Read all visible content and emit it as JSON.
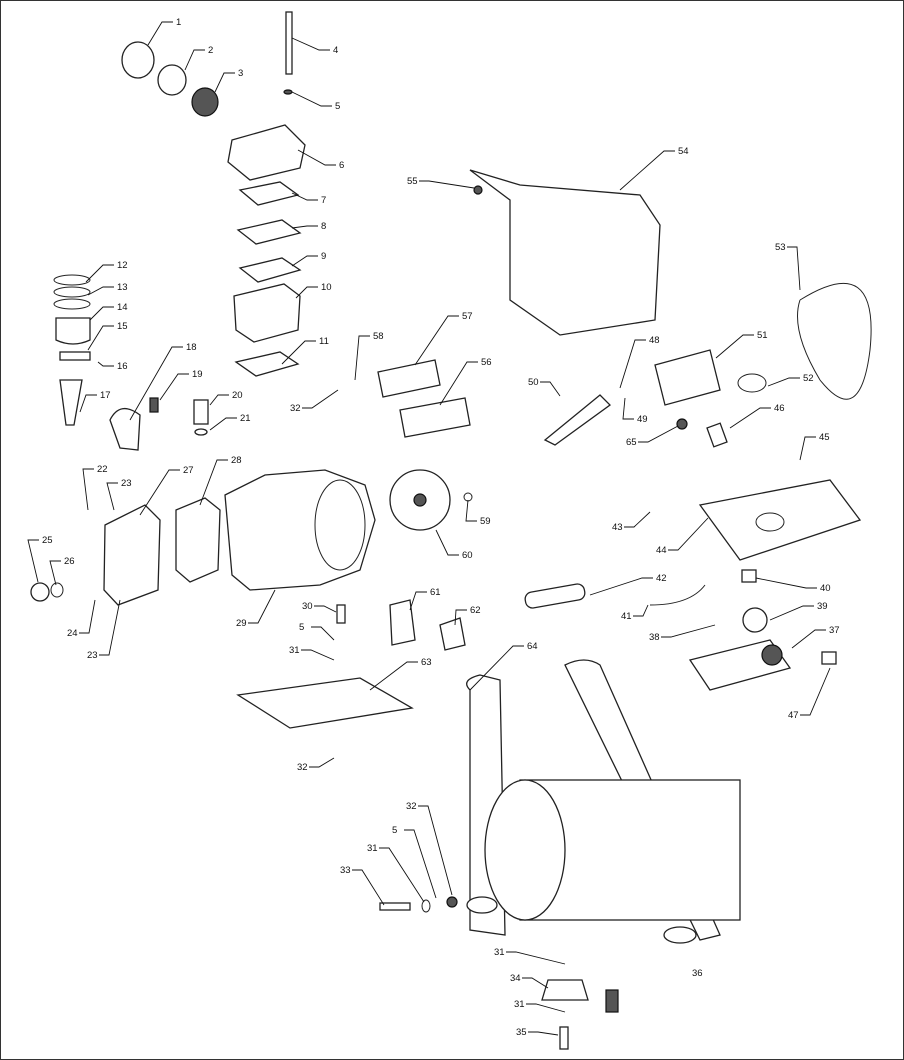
{
  "diagram": {
    "type": "exploded-parts-diagram",
    "callouts": [
      "1",
      "2",
      "3",
      "4",
      "5",
      "6",
      "7",
      "8",
      "9",
      "10",
      "11",
      "12",
      "13",
      "14",
      "15",
      "16",
      "17",
      "18",
      "19",
      "20",
      "21",
      "22",
      "23",
      "24",
      "23",
      "25",
      "26",
      "27",
      "28",
      "29",
      "30",
      "5",
      "31",
      "32",
      "33",
      "31",
      "5",
      "32",
      "31",
      "34",
      "31",
      "35",
      "36",
      "37",
      "38",
      "39",
      "40",
      "41",
      "42",
      "43",
      "44",
      "45",
      "46",
      "47",
      "48",
      "49",
      "50",
      "51",
      "52",
      "53",
      "54",
      "55",
      "56",
      "57",
      "58",
      "32",
      "59",
      "60",
      "61",
      "62",
      "63",
      "64",
      "65"
    ]
  }
}
